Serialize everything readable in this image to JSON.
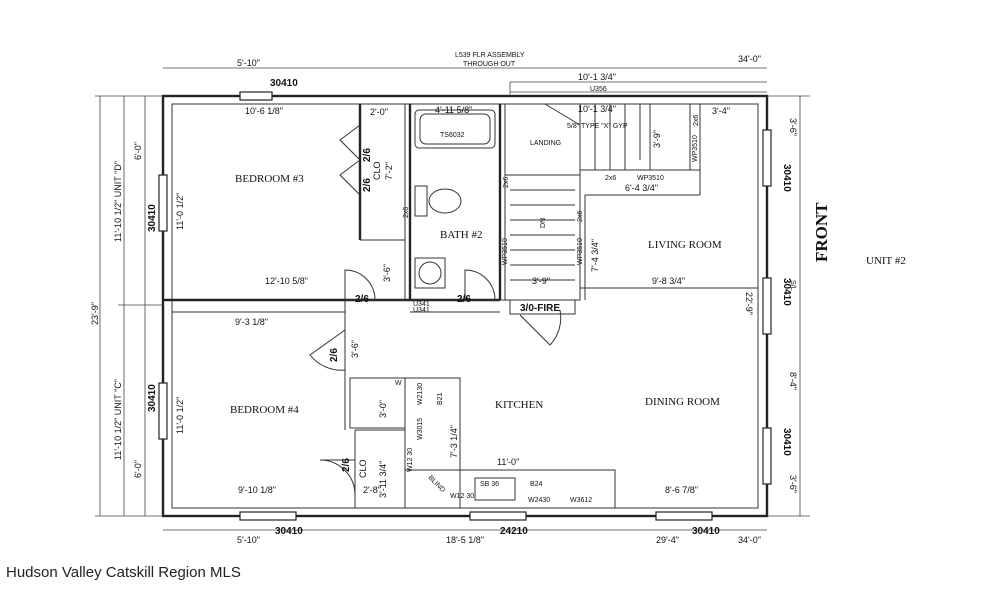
{
  "notes": {
    "assembly_line1": "L539 FLR ASSEMBLY",
    "assembly_line2": "THROUGH OUT",
    "front": "FRONT",
    "unit": "UNIT #2",
    "watermark": "Hudson Valley Catskill Region MLS"
  },
  "rooms": {
    "bedroom3": "BEDROOM #3",
    "bedroom4": "BEDROOM #4",
    "bath2": "BATH #2",
    "living": "LIVING ROOM",
    "kitchen": "KITCHEN",
    "dining": "DINING ROOM",
    "landing": "LANDING",
    "clo": "CLO",
    "dn": "DN"
  },
  "windows": {
    "w_top_left": "30410",
    "w_left_upper": "30410",
    "w_left_lower": "30410",
    "w_right_upper": "30410",
    "w_right_middle": "30410",
    "w_right_lower": "30410",
    "w_bottom_left": "30410",
    "w_bottom_center": "24210",
    "w_bottom_right": "30410"
  },
  "doors": {
    "d_bed3": "2/6",
    "d_bath": "2/6",
    "d_bed4": "2/6",
    "d_clo3": "2/6",
    "d_clo4": "2/6",
    "d_fire": "3/0-FIRE",
    "d_clo_side": "2/6"
  },
  "dims": {
    "top_left_offset": "5'-10\"",
    "top_right_offset": "34'-0\"",
    "stair_width_top": "10'-1 3/4\"",
    "stair_width_inner": "10'-1 3/4\"",
    "u356": "U356",
    "type_x": "5/8\" TYPE \"X\" GYP",
    "bed3_width": "10'-6 1/8\"",
    "clo3_depth": "2'-0\"",
    "tub_len": "4'-11 5/8\"",
    "tub_code": "TS6032",
    "right_top": "3'-4\"",
    "right_side_top": "3'-6\"",
    "stair_h": "3'-9\"",
    "wp3510a": "WP3510",
    "wp3510b": "WP3510",
    "wp3510c": "WP3510",
    "wp3510d": "WP3510",
    "two_x_six_a": "2x6",
    "two_x_six_b": "2x6",
    "two_x_six_c": "2x6",
    "two_x_six_d": "2x6",
    "two_x_six_e": "2x6",
    "stair_run": "6'-4 3/4\"",
    "clo_w": "7'-2\"",
    "bed3_len": "12'-10 5/8\"",
    "bath_3_6": "3'-6\"",
    "bath_3_9": "3'-9\"",
    "stair_74": "7'-4 3/4\"",
    "living_w": "9'-8 3/4\"",
    "living_h": "22'-9\"",
    "sl": "S/L",
    "u341a": "U341",
    "u341b": "U341",
    "left_total": "23'-9\"",
    "left_unit_d": "11'-10 1/2\" UNIT \"D\"",
    "left_unit_c": "11'-10 1/2\" UNIT \"C\"",
    "left_6a": "6'-0\"",
    "left_6b": "6'-0\"",
    "bed3_inner": "11'-0 1/2\"",
    "bed4_inner": "11'-0 1/2\"",
    "bed4_w": "9'-3 1/8\"",
    "bed4_door": "3'-6\"",
    "kitchen_3_0": "3'-0\"",
    "kitchen_7_3": "7'-3 1/4\"",
    "kitchen_11": "11'-0\"",
    "clo_3_11": "3'-11 3/4\"",
    "bed4_len": "9'-10 1/8\"",
    "clo_2_8": "2'-8\"",
    "dining_8_4": "8'-4\"",
    "dining_8_6": "8'-6 7/8\"",
    "right_bottom": "3'-6\"",
    "bottom_left": "5'-10\"",
    "bottom_center": "18'-5 1/8\"",
    "bottom_right_a": "29'-4\"",
    "bottom_right_b": "34'-0\"",
    "cab_sb36": "SB 36",
    "cab_b24": "B24",
    "cab_w2430": "W2430",
    "cab_w3612": "W3612",
    "cab_w1230": "W12 30",
    "cab_w1230b": "W12 30",
    "cab_w2130": "W2130",
    "cab_b21": "B21",
    "cab_w3015": "W3015",
    "cab_w": "W",
    "cab_blind": "BLIND"
  }
}
